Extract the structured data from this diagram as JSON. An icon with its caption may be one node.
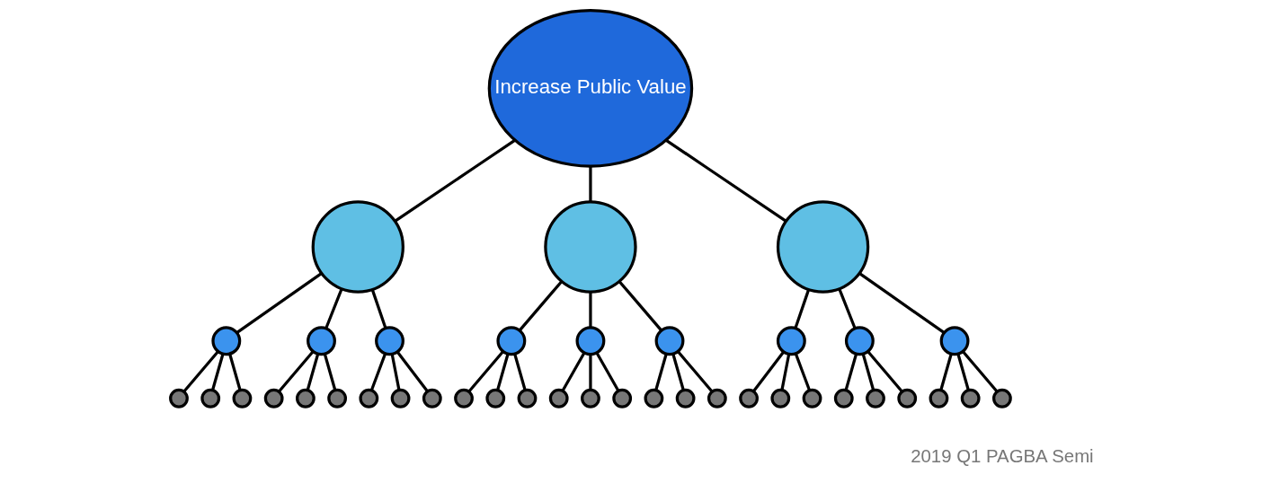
{
  "diagram": {
    "nodes": [
      {
        "text": [
          "Increase Public Value"
        ]
      },
      {
        "text": [],
        "shape": "circle"
      },
      {
        "text": [],
        "shape": "circle"
      },
      {
        "text": [],
        "shape": "circle"
      },
      {
        "text": [],
        "shape": "circle"
      },
      {
        "text": [],
        "shape": "circle"
      },
      {
        "text": [],
        "shape": "circle"
      },
      {
        "text": [],
        "shape": "circle"
      },
      {
        "text": [],
        "shape": "circle"
      },
      {
        "text": [],
        "shape": "circle"
      },
      {
        "text": [],
        "shape": "circle"
      },
      {
        "text": [],
        "shape": "circle"
      },
      {
        "text": [],
        "shape": "circle"
      },
      {
        "text": [],
        "shape": "circle"
      },
      {
        "text": [],
        "shape": "circle"
      },
      {
        "text": [],
        "shape": "circle"
      },
      {
        "text": [],
        "shape": "circle"
      },
      {
        "text": [],
        "shape": "circle"
      },
      {
        "text": [],
        "shape": "circle"
      },
      {
        "text": [],
        "shape": "circle"
      },
      {
        "text": [],
        "shape": "circle"
      },
      {
        "text": [],
        "shape": "circle"
      },
      {
        "text": [],
        "shape": "circle"
      },
      {
        "text": [],
        "shape": "circle"
      },
      {
        "text": [],
        "shape": "circle"
      },
      {
        "text": [],
        "shape": "circle"
      },
      {
        "text": [],
        "shape": "circle"
      },
      {
        "text": [],
        "shape": "circle"
      },
      {
        "text": [],
        "shape": "circle"
      },
      {
        "text": [],
        "shape": "circle"
      },
      {
        "text": [],
        "shape": "circle"
      },
      {
        "text": [],
        "shape": "circle"
      },
      {
        "text": [],
        "shape": "circle"
      },
      {
        "text": [],
        "shape": "circle"
      },
      {
        "text": [],
        "shape": "circle"
      },
      {
        "text": [],
        "shape": "circle"
      },
      {
        "text": [],
        "shape": "circle"
      },
      {
        "text": [],
        "shape": "circle"
      },
      {
        "text": [],
        "shape": "circle"
      },
      {
        "text": [],
        "shape": "circle"
      }
    ],
    "edges": [
      {
        "from": 0,
        "to": 1,
        "arrow": "none"
      },
      {
        "from": 0,
        "to": 2,
        "arrow": "none"
      },
      {
        "from": 0,
        "to": 3,
        "arrow": "none"
      },
      {
        "from": 1,
        "to": 4,
        "arrow": "none"
      },
      {
        "from": 1,
        "to": 5,
        "arrow": "none"
      },
      {
        "from": 1,
        "to": 6,
        "arrow": "none"
      },
      {
        "from": 2,
        "to": 7,
        "arrow": "none"
      },
      {
        "from": 2,
        "to": 8,
        "arrow": "none"
      },
      {
        "from": 2,
        "to": 9,
        "arrow": "none"
      },
      {
        "from": 3,
        "to": 10,
        "arrow": "none"
      },
      {
        "from": 3,
        "to": 11,
        "arrow": "none"
      },
      {
        "from": 3,
        "to": 12,
        "arrow": "none"
      },
      {
        "from": 4,
        "to": 13,
        "arrow": "none"
      },
      {
        "from": 4,
        "to": 14,
        "arrow": "none"
      },
      {
        "from": 4,
        "to": 15,
        "arrow": "none"
      },
      {
        "from": 5,
        "to": 16,
        "arrow": "none"
      },
      {
        "from": 5,
        "to": 17,
        "arrow": "none"
      },
      {
        "from": 5,
        "to": 18,
        "arrow": "none"
      },
      {
        "from": 6,
        "to": 19,
        "arrow": "none"
      },
      {
        "from": 6,
        "to": 20,
        "arrow": "none"
      },
      {
        "from": 6,
        "to": 21,
        "arrow": "none"
      },
      {
        "from": 7,
        "to": 22,
        "arrow": "none"
      },
      {
        "from": 7,
        "to": 23,
        "arrow": "none"
      },
      {
        "from": 7,
        "to": 24,
        "arrow": "none"
      },
      {
        "from": 8,
        "to": 25,
        "arrow": "none"
      },
      {
        "from": 8,
        "to": 26,
        "arrow": "none"
      },
      {
        "from": 8,
        "to": 27,
        "arrow": "none"
      },
      {
        "from": 9,
        "to": 28,
        "arrow": "none"
      },
      {
        "from": 9,
        "to": 29,
        "arrow": "none"
      },
      {
        "from": 9,
        "to": 30,
        "arrow": "none"
      },
      {
        "from": 10,
        "to": 31,
        "arrow": "none"
      },
      {
        "from": 10,
        "to": 32,
        "arrow": "none"
      },
      {
        "from": 10,
        "to": 33,
        "arrow": "none"
      },
      {
        "from": 11,
        "to": 34,
        "arrow": "none"
      },
      {
        "from": 11,
        "to": 35,
        "arrow": "none"
      },
      {
        "from": 11,
        "to": 36,
        "arrow": "none"
      },
      {
        "from": 12,
        "to": 37,
        "arrow": "none"
      },
      {
        "from": 12,
        "to": 38,
        "arrow": "none"
      },
      {
        "from": 12,
        "to": 39,
        "arrow": "none"
      }
    ],
    "labels": [
      "2019 Q1 PAGBA Semi"
    ]
  }
}
